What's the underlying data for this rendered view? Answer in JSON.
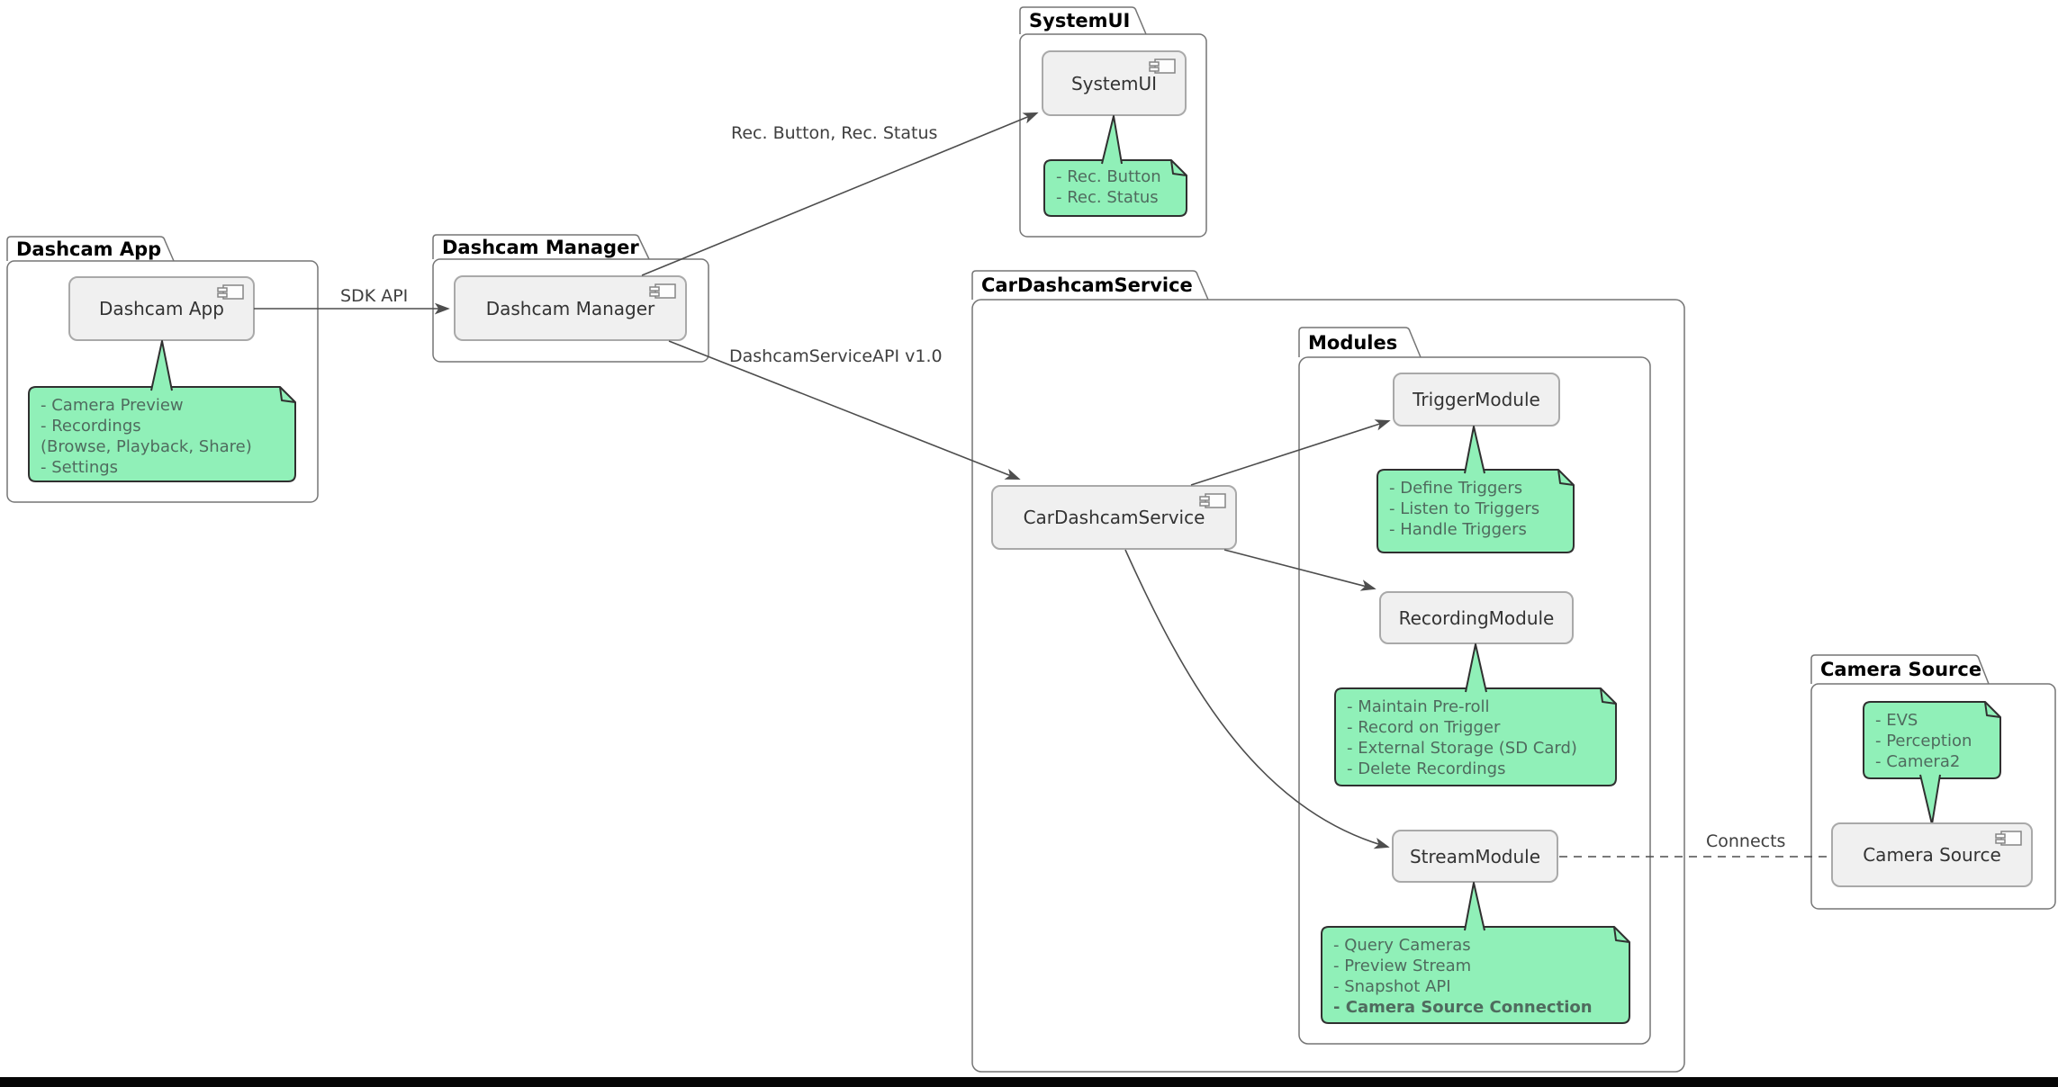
{
  "colors": {
    "note_fill": "#90F0B8",
    "note_border": "#303030",
    "note_text": "#4F6B5E",
    "component_fill": "#F0F0F0",
    "component_border": "#A9A9A9",
    "package_border": "#757575",
    "line_color": "#4D4D4D"
  },
  "edges": {
    "sdk_api": "SDK API",
    "rec_button_status": "Rec. Button, Rec. Status",
    "dashcam_service_api": "DashcamServiceAPI v1.0",
    "connects": "Connects"
  },
  "packages": {
    "dashcam_app": {
      "title": "Dashcam App",
      "component": "Dashcam App",
      "note": [
        "- Camera Preview",
        "- Recordings",
        "(Browse, Playback, Share)",
        "- Settings"
      ]
    },
    "dashcam_manager": {
      "title": "Dashcam Manager",
      "component": "Dashcam Manager"
    },
    "system_ui": {
      "title": "SystemUI",
      "component": "SystemUI",
      "note": [
        "- Rec. Button",
        "- Rec. Status"
      ]
    },
    "car_dashcam_service": {
      "title": "CarDashcamService",
      "component": "CarDashcamService",
      "modules": {
        "title": "Modules",
        "trigger_module": {
          "name": "TriggerModule",
          "note": [
            "- Define Triggers",
            "- Listen to Triggers",
            "- Handle Triggers"
          ]
        },
        "recording_module": {
          "name": "RecordingModule",
          "note": [
            "- Maintain Pre-roll",
            "- Record on Trigger",
            "- External Storage (SD Card)",
            "- Delete Recordings"
          ]
        },
        "stream_module": {
          "name": "StreamModule",
          "note": [
            "- Query Cameras",
            "- Preview Stream",
            "- Snapshot API",
            "- Camera Source Connection"
          ]
        }
      }
    },
    "camera_source": {
      "title": "Camera Source",
      "component": "Camera Source",
      "note": [
        "- EVS",
        "- Perception",
        "- Camera2"
      ]
    }
  }
}
